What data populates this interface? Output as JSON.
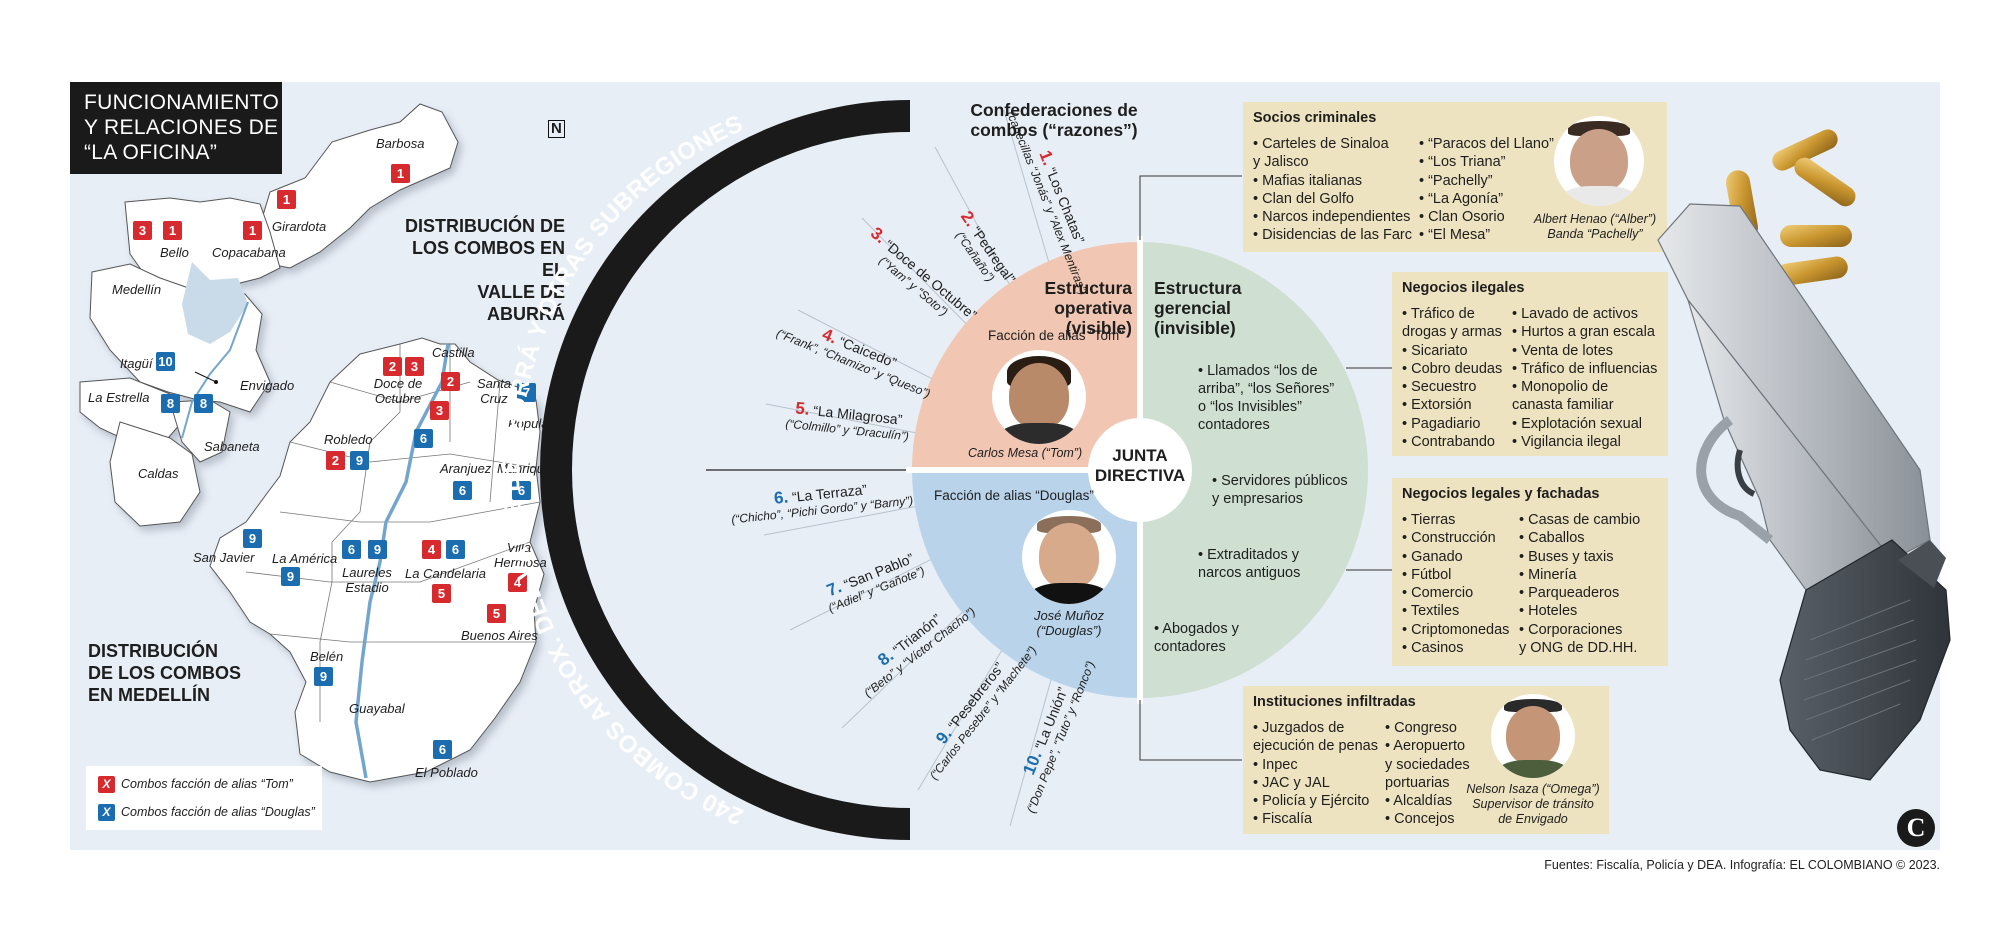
{
  "title_lines": [
    "FUNCIONAMIENTO",
    "Y RELACIONES DE",
    "“LA OFICINA”"
  ],
  "map": {
    "valle_heading": [
      "DISTRIBUCIÓN DE",
      "LOS COMBOS EN EL",
      "VALLE DE ABURRÁ"
    ],
    "medellin_heading": [
      "DISTRIBUCIÓN",
      "DE LOS COMBOS",
      "EN MEDELLÍN"
    ],
    "towns": {
      "barbosa": "Barbosa",
      "girardota": "Girardota",
      "bello": "Bello",
      "copacabana": "Copacabana",
      "medellin": "Medellín",
      "itagui": "Itagüí",
      "envigado": "Envigado",
      "la_estrella": "La Estrella",
      "sabaneta": "Sabaneta",
      "caldas": "Caldas"
    },
    "comunas": {
      "castilla": "Castilla",
      "doce_octubre": "Doce de Octubre",
      "santa_cruz": "Santa Cruz",
      "popular": "Popular",
      "robledo": "Robledo",
      "aranjuez": "Aranjuez",
      "manrique": "Manrique",
      "san_javier": "San Javier",
      "la_america": "La América",
      "laureles": "Laureles Estadio",
      "la_candelaria": "La Candelaria",
      "villa_hermosa": "Villa Hermosa",
      "buenos_aires": "Buenos Aires",
      "belen": "Belén",
      "guayabal": "Guayabal",
      "el_poblado": "El Poblado"
    },
    "compass": "N",
    "legend": {
      "tom_label": "Combos facción de alias “Tom”",
      "douglas_label": "Combos facción de alias “Douglas”",
      "marker": "X",
      "tom_color": "#d72a2f",
      "douglas_color": "#1b6db0"
    }
  },
  "arc_label": "240 COMBOS APROX. DEL VALLE DE ABURRÁ Y OTRAS SUBREGIONES",
  "confederaciones": "Confederaciones de combos (“razones”)",
  "combos": [
    {
      "n": "1.",
      "name": "“Los Chatas”",
      "members": "(cabecillas “Jonás” y “Alex Mentiras”)"
    },
    {
      "n": "2.",
      "name": "“Pedregal”",
      "members": "(“Cañaño”)"
    },
    {
      "n": "3.",
      "name": "“Doce de Octubre”",
      "members": "(“Yam” y “Soto”)"
    },
    {
      "n": "4.",
      "name": "“Caicedo”",
      "members": "(“Frank”, “Chamizo” y “Queso”)"
    },
    {
      "n": "5.",
      "name": "“La Milagrosa”",
      "members": "(“Colmillo” y “Draculín”)"
    },
    {
      "n": "6.",
      "name": "“La Terraza”",
      "members": "(“Chicho”, “Pichi Gordo” y “Barny”)"
    },
    {
      "n": "7.",
      "name": "“San Pablo”",
      "members": "(“Adiel” y “Gañote”)"
    },
    {
      "n": "8.",
      "name": "“Trianón”",
      "members": "(“Beto” y “Víctor Chacho”)"
    },
    {
      "n": "9.",
      "name": "“Pesebreros”",
      "members": "(“Carlos Pesebre” y “Machete”)"
    },
    {
      "n": "10.",
      "name": "“La Unión”",
      "members": "(“Don Pepe”, “Tuto” y “Ronco”)"
    }
  ],
  "operativa": {
    "title": [
      "Estructura",
      "operativa (visible)"
    ],
    "faccion_tom": "Facción de alias “Tom”",
    "tom_caption": "Carlos Mesa (“Tom”)",
    "faccion_douglas": "Facción de alias “Douglas”",
    "douglas_caption": [
      "José Muñoz",
      "(“Douglas”)"
    ]
  },
  "junta": [
    "JUNTA",
    "DIRECTIVA"
  ],
  "gerencial": {
    "title": [
      "Estructura",
      "gerencial",
      "(invisible)"
    ],
    "items": [
      [
        "• Llamados “los de",
        "arriba”, “los Señores”",
        "o “los Invisibles”",
        "contadores"
      ],
      [
        "• Servidores públicos",
        "y empresarios"
      ],
      [
        "• Extraditados y",
        "narcos antiguos"
      ],
      [
        "• Abogados y",
        "contadores"
      ]
    ]
  },
  "socios": {
    "heading": "Socios criminales",
    "col1": [
      "• Carteles de Sinaloa",
      "y Jalisco",
      "• Mafias italianas",
      "• Clan del Golfo",
      "• Narcos independientes",
      "• Disidencias de las Farc"
    ],
    "col2": [
      "• “Paracos del Llano”",
      "• “Los Triana”",
      "• “Pachelly”",
      "• “La Agonía”",
      "• Clan Osorio",
      "• “El Mesa”"
    ],
    "caption": [
      "Albert Henao (“Alber”)",
      "Banda “Pachelly”"
    ]
  },
  "ilegales": {
    "heading": "Negocios ilegales",
    "col1": [
      "• Tráfico de",
      "drogas y armas",
      "• Sicariato",
      "• Cobro deudas",
      "• Secuestro",
      "• Extorsión",
      "• Pagadiario",
      "• Contrabando"
    ],
    "col2": [
      "• Lavado de activos",
      "• Hurtos a gran escala",
      "• Venta de lotes",
      "• Tráfico de influencias",
      "• Monopolio de",
      "canasta familiar",
      "• Explotación sexual",
      "• Vigilancia ilegal"
    ]
  },
  "legales": {
    "heading": "Negocios legales y fachadas",
    "col1": [
      "• Tierras",
      "• Construcción",
      "• Ganado",
      "• Fútbol",
      "• Comercio",
      "• Textiles",
      "• Criptomonedas",
      "• Casinos"
    ],
    "col2": [
      "• Casas de cambio",
      "• Caballos",
      "• Buses y taxis",
      "• Minería",
      "• Parqueaderos",
      "• Hoteles",
      "• Corporaciones",
      "y ONG de DD.HH."
    ]
  },
  "instituciones": {
    "heading": "Instituciones infiltradas",
    "col1": [
      "• Juzgados de",
      "ejecución de penas",
      "• Inpec",
      "• JAC y JAL",
      "• Policía y Ejército",
      "• Fiscalía"
    ],
    "col2": [
      "• Congreso",
      "• Aeropuerto",
      "y sociedades",
      "portuarias",
      "• Alcaldías",
      "• Concejos"
    ],
    "caption": [
      "Nelson Isaza (“Omega”)",
      "Supervisor de tránsito",
      "de Envigado"
    ]
  },
  "footer": "Fuentes: Fiscalía, Policía y DEA. Infografía: EL COLOMBIANO © 2023.",
  "logo": "C"
}
